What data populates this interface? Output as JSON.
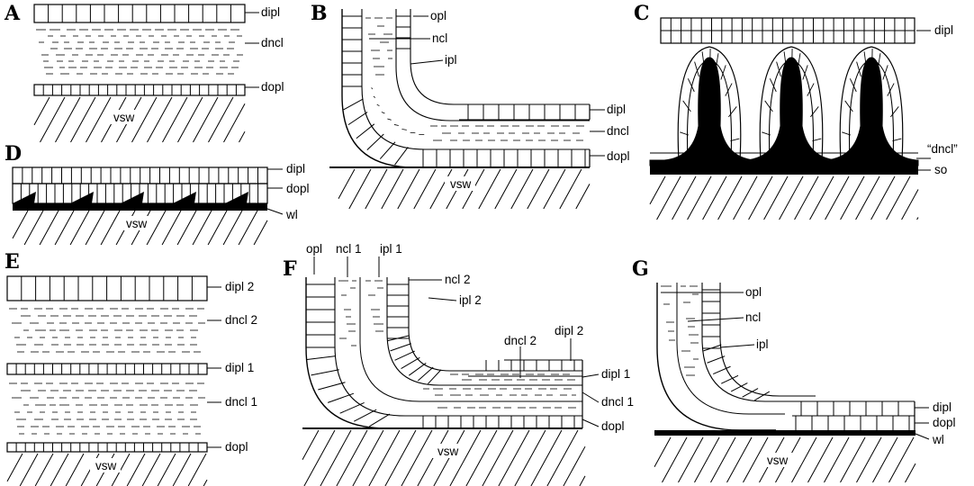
{
  "panels": {
    "A": {
      "letter": "A",
      "labels": {
        "dipl": "dipl",
        "dncl": "dncl",
        "dopl": "dopl",
        "vsw": "vsw"
      }
    },
    "B": {
      "letter": "B",
      "labels": {
        "opl": "opl",
        "ncl": "ncl",
        "ipl": "ipl",
        "dipl": "dipl",
        "dncl": "dncl",
        "dopl": "dopl",
        "vsw": "vsw"
      }
    },
    "C": {
      "letter": "C",
      "labels": {
        "dipl": "dipl",
        "dncl": "“dncl”",
        "so": "so"
      }
    },
    "D": {
      "letter": "D",
      "labels": {
        "dipl": "dipl",
        "dopl": "dopl",
        "wl": "wl",
        "vsw": "vsw"
      }
    },
    "E": {
      "letter": "E",
      "labels": {
        "dipl2": "dipl 2",
        "dncl2": "dncl 2",
        "dipl1": "dipl 1",
        "dncl1": "dncl 1",
        "dopl": "dopl",
        "vsw": "vsw"
      }
    },
    "F": {
      "letter": "F",
      "labels": {
        "opl": "opl",
        "ncl1": "ncl 1",
        "ipl1": "ipl 1",
        "ncl2": "ncl 2",
        "ipl2": "ipl 2",
        "dncl2": "dncl 2",
        "dipl2": "dipl 2",
        "dipl1": "dipl 1",
        "dncl1": "dncl 1",
        "dopl": "dopl",
        "vsw": "vsw"
      }
    },
    "G": {
      "letter": "G",
      "labels": {
        "opl": "opl",
        "ncl": "ncl",
        "ipl": "ipl",
        "dipl": "dipl",
        "dopl": "dopl",
        "wl": "wl",
        "vsw": "vsw"
      }
    }
  }
}
